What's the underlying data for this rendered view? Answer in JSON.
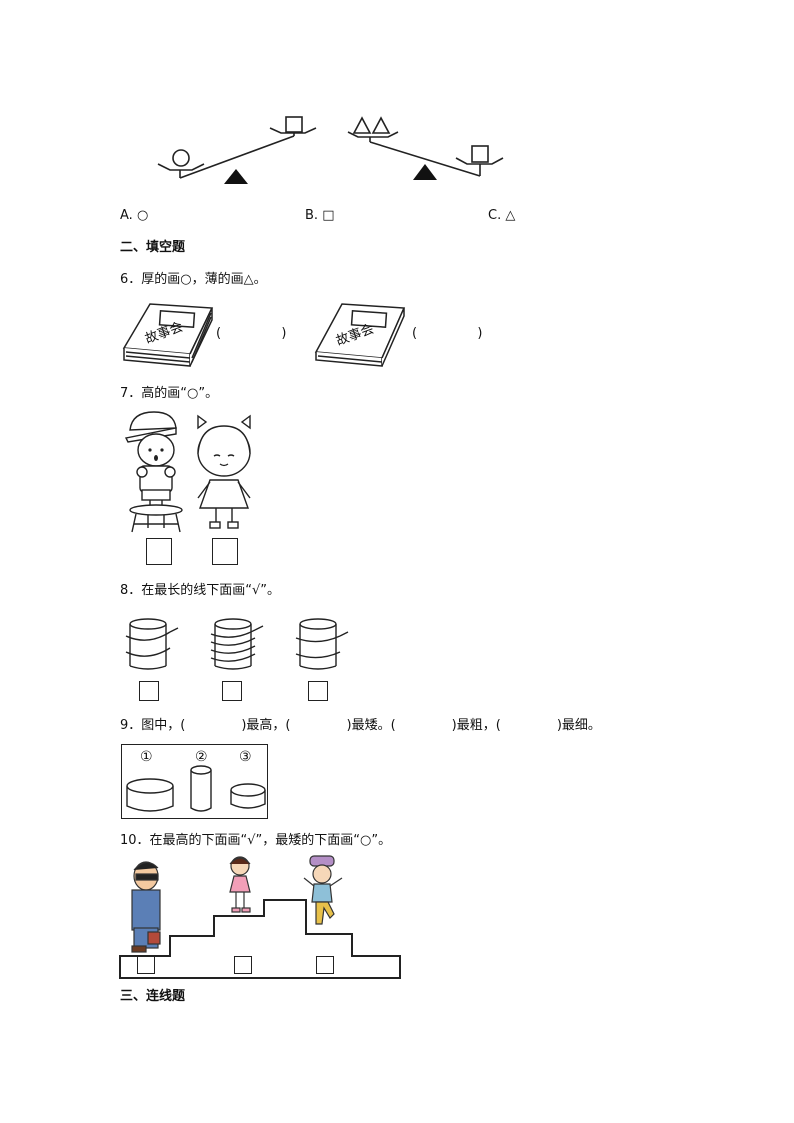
{
  "q5": {
    "options": [
      {
        "label": "A.",
        "symbol": "○"
      },
      {
        "label": "B.",
        "symbol": "□"
      },
      {
        "label": "C.",
        "symbol": "△"
      }
    ]
  },
  "section2": {
    "title": "二、填空题"
  },
  "q6": {
    "text": "6．厚的画○，薄的画△。",
    "book_label": "故事会",
    "blank_left": "(",
    "blank_right": ")"
  },
  "q7": {
    "text": "7．高的画“○”。"
  },
  "q8": {
    "text": "8．在最长的线下面画“√”。"
  },
  "q9": {
    "prefix": "9．图中，(",
    "seg1": ")最高，(",
    "seg2": ")最矮。(",
    "seg3": ")最粗，(",
    "seg4": ")最细。",
    "labels": [
      "①",
      "②",
      "③"
    ]
  },
  "q10": {
    "text": "10．在最高的下面画“√”，最矮的下面画“○”。"
  },
  "section3": {
    "title": "三、连线题"
  }
}
